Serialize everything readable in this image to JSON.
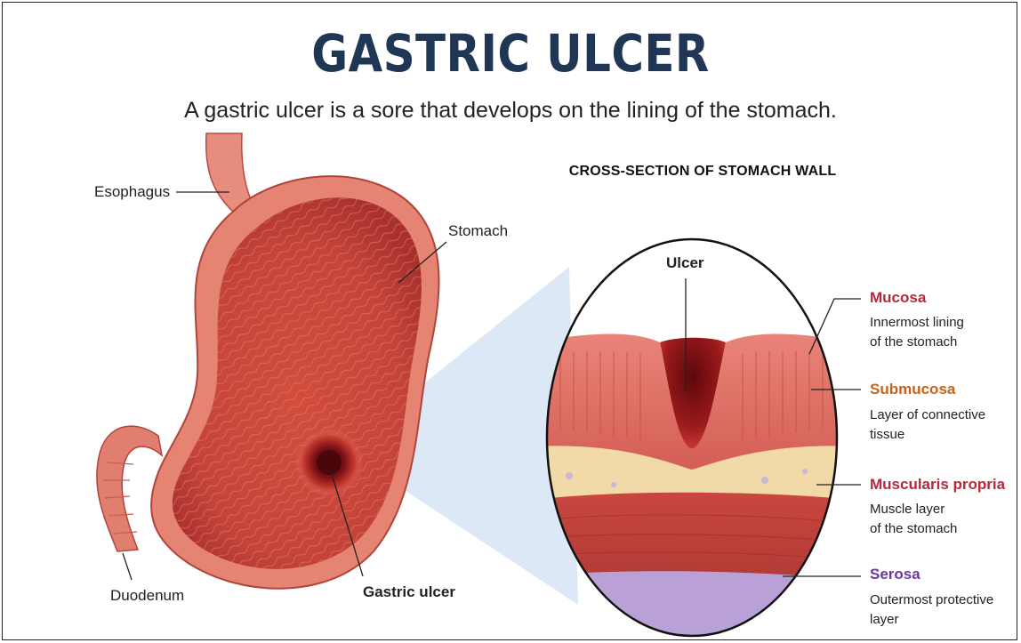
{
  "title": "GASTRIC ULCER",
  "subtitle": "A gastric ulcer is a sore that develops on the lining of the stomach.",
  "cross_section_title": "CROSS-SECTION OF STOMACH WALL",
  "anatomy_labels": {
    "esophagus": "Esophagus",
    "stomach": "Stomach",
    "duodenum": "Duodenum",
    "gastric_ulcer": "Gastric ulcer",
    "ulcer": "Ulcer"
  },
  "layers": [
    {
      "name": "Mucosa",
      "line1": "Innermost lining",
      "line2": "of the stomach",
      "color": "#b7283b"
    },
    {
      "name": "Submucosa",
      "line1": "Layer of connective",
      "line2": "tissue",
      "color": "#c2641f"
    },
    {
      "name": "Muscularis propria",
      "line1": "Muscle layer",
      "line2": "of the stomach",
      "color": "#b7283b"
    },
    {
      "name": "Serosa",
      "line1": "Outermost protective",
      "line2": "layer",
      "color": "#6a3a9a"
    }
  ],
  "colors": {
    "title": "#1f3655",
    "stomach_outer": "#e07a6a",
    "stomach_inner": "#c84a3e",
    "ulcer_core": "#6d0f14",
    "zoom_cone": "#d6e4f3"
  }
}
